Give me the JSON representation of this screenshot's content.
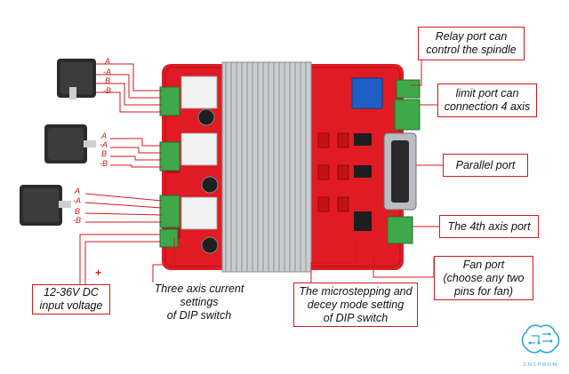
{
  "callouts": {
    "relay": [
      "Relay port can",
      "control the spindle"
    ],
    "limit": [
      "limit port can",
      "connection 4 axis"
    ],
    "parallel": [
      "Parallel port"
    ],
    "fourth_axis": [
      "The 4th axis port"
    ],
    "fan": [
      "Fan port",
      "(choose any two",
      "pins for fan)"
    ],
    "power": [
      "12-36V DC",
      "input voltage"
    ],
    "current": [
      "Three axis current",
      "settings",
      "of DIP switch"
    ],
    "microstep": [
      "The microstepping and",
      "decey mode setting",
      "of DIP switch"
    ]
  },
  "wire_labels": {
    "motor1": [
      "A",
      "-A",
      "B",
      "-B"
    ],
    "motor2": [
      "A",
      "-A",
      "B",
      "-B"
    ],
    "motor3": [
      "A",
      "-A",
      "B",
      "-B"
    ],
    "power_plus": "+"
  },
  "brand": "CNCPROM",
  "colors": {
    "callout_border": "#d21a1a",
    "board": "#e01b24",
    "heatsink": "#c9ccd0",
    "terminal": "#3fa84a",
    "motor": "#2b2b2b",
    "brand": "#2aa7d6"
  }
}
